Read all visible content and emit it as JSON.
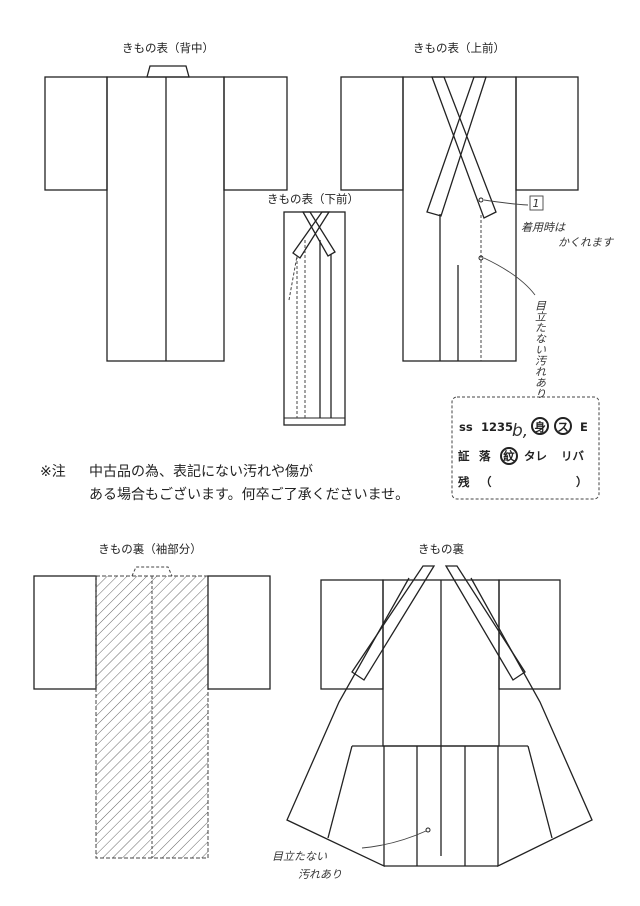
{
  "titles": {
    "back": "きもの表（背中）",
    "front_upper": "きもの表（上前）",
    "front_lower": "きもの表（下前）",
    "lining_sleeve": "きもの裏（袖部分）",
    "lining": "きもの裏"
  },
  "note": {
    "mark": "※注",
    "line1": "中古品の為、表記にない汚れや傷が",
    "line2": "ある場合もございます。何卒ご了承くださいませ。"
  },
  "handwritten": {
    "mark_box": "1",
    "mark_text1": "着用時は",
    "mark_text2": "かくれます",
    "stain_upper": "目立たない汚れあり",
    "stain_lining_1": "目立たない",
    "stain_lining_2": "汚れあり"
  },
  "spec_box": {
    "row1_prefix": "ss",
    "row1_code": "1235",
    "row1_hand": "b,",
    "row1_circ1": "身",
    "row1_circ2": "ス",
    "row1_suffix": "E",
    "row2_a": "証",
    "row2_b": "落",
    "row2_circ": "紋",
    "row2_c": "タレ",
    "row2_d": "リバ",
    "row3_a": "残",
    "row3_open": "（",
    "row3_close": "）"
  }
}
